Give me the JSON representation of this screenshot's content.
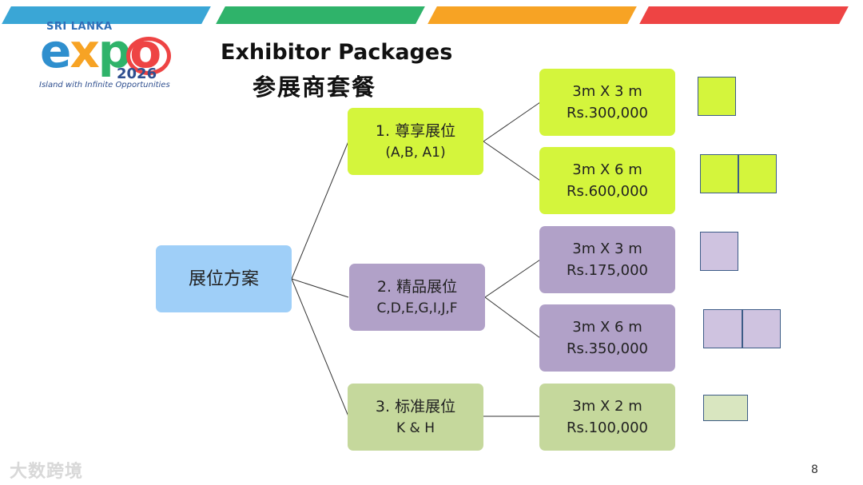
{
  "header": {
    "title_en": "Exhibitor Packages",
    "title_zh": "参展商套餐"
  },
  "logo": {
    "country": "SRI LANKA",
    "word_e": "e",
    "word_x": "x",
    "word_p": "p",
    "word_o": "o",
    "year": "2026",
    "tagline": "Island with Infinite Opportunities"
  },
  "root": {
    "label": "展位方案"
  },
  "categories": [
    {
      "name": "1. 尊享展位",
      "codes": "(A,B, A1)"
    },
    {
      "name": "2. 精品展位",
      "codes": "C,D,E,G,I,J,F"
    },
    {
      "name": "3. 标准展位",
      "codes": "K & H"
    }
  ],
  "packages": [
    {
      "size": "3m X 3 m",
      "price": "Rs.300,000"
    },
    {
      "size": "3m X 6 m",
      "price": "Rs.600,000"
    },
    {
      "size": "3m X 3 m",
      "price": "Rs.175,000"
    },
    {
      "size": "3m X 6 m",
      "price": "Rs.350,000"
    },
    {
      "size": "3m X 2 m",
      "price": "Rs.100,000"
    }
  ],
  "colors": {
    "premium": "#d4f53c",
    "boutique": "#b1a1c8",
    "standard": "#c5d89c",
    "root": "#9fcff8"
  },
  "watermark": "大数跨境",
  "page_number": "8"
}
